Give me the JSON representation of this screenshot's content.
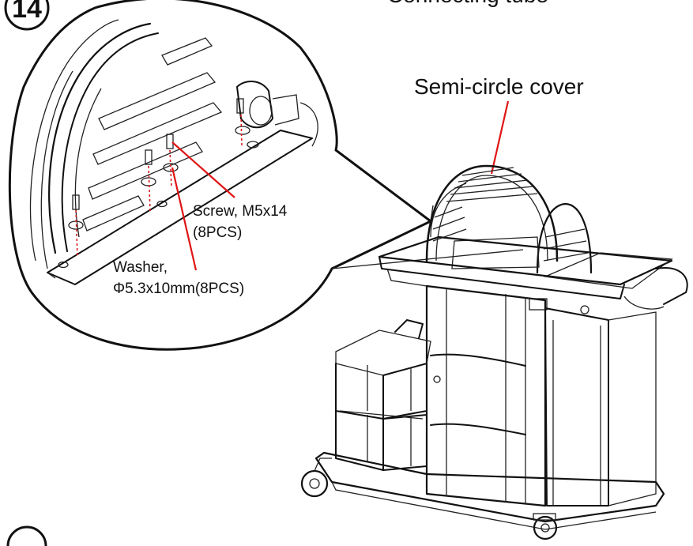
{
  "step": {
    "number": "14",
    "next_number_partial": ""
  },
  "labels": {
    "top_partial": "Connecting tube",
    "semi_circle_cover": "Semi-circle cover",
    "screw_line1": "Screw, M5x14",
    "screw_line2": "(8PCS)",
    "washer_line1": "Washer,",
    "washer_line2": "Φ5.3x10mm(8PCS)"
  },
  "colors": {
    "line": "#111111",
    "leader": "#e01515",
    "background": "#ffffff"
  }
}
